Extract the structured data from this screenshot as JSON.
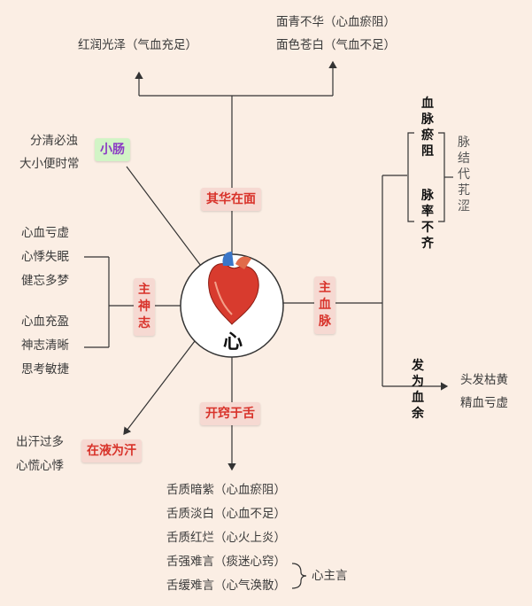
{
  "center": {
    "label": "心"
  },
  "top": {
    "tag": "其华在面",
    "left": "红润光泽（气血充足）",
    "right": [
      "面青不华（心血瘀阻）",
      "面色苍白（气血不足）"
    ]
  },
  "upper_left": {
    "tag": "小肠",
    "texts": [
      "分清必浊",
      "大小便时常"
    ]
  },
  "left": {
    "tag": "主神志",
    "group1": [
      "心血亏虚",
      "心悸失眠",
      "健忘多梦"
    ],
    "group2": [
      "心血充盈",
      "神志清晰",
      "思考敏捷"
    ]
  },
  "right": {
    "tag": "主血脉",
    "upper_bold_1": "血脉瘀阻",
    "upper_bold_2": "脉率不齐",
    "pulse": "脉结代芤涩",
    "lower_bold": "发为血余",
    "lower": [
      "头发枯黄",
      "精血亏虚"
    ]
  },
  "lower_left": {
    "tag": "在液为汗",
    "texts": [
      "出汗过多",
      "心慌心悸"
    ]
  },
  "bottom": {
    "tag": "开窍于舌",
    "items": [
      "舌质暗紫（心血瘀阻）",
      "舌质淡白（心血不足）",
      "舌质红烂（心火上炎）",
      "舌强难言（痰迷心窍）",
      "舌缓难言（心气涣散）"
    ],
    "brace_label": "心主言"
  },
  "colors": {
    "background": "#fbeee4",
    "tag_bg": "#f6d9d2",
    "tag_text": "#d8322a",
    "green_tag_bg": "#d2f4c6",
    "green_tag_text": "#8b3bc4",
    "line": "#333333"
  }
}
